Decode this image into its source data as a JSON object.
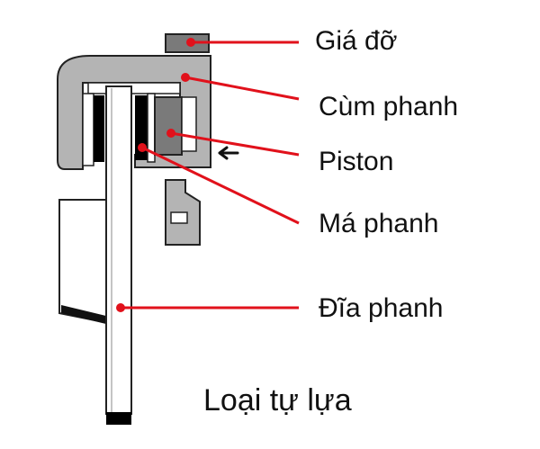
{
  "labels": {
    "mounting_bracket": "Giá đỡ",
    "caliper": "Cùm phanh",
    "piston": "Piston",
    "brake_pad": "Má phanh",
    "brake_disc": "Đĩa phanh"
  },
  "caption": "Loại tự lựa",
  "colors": {
    "leader_line": "#e1111b",
    "caliper_body": "#b4b4b4",
    "piston": "#7a7a7a",
    "pad_lining": "#000000",
    "disc": "#ffffff"
  }
}
